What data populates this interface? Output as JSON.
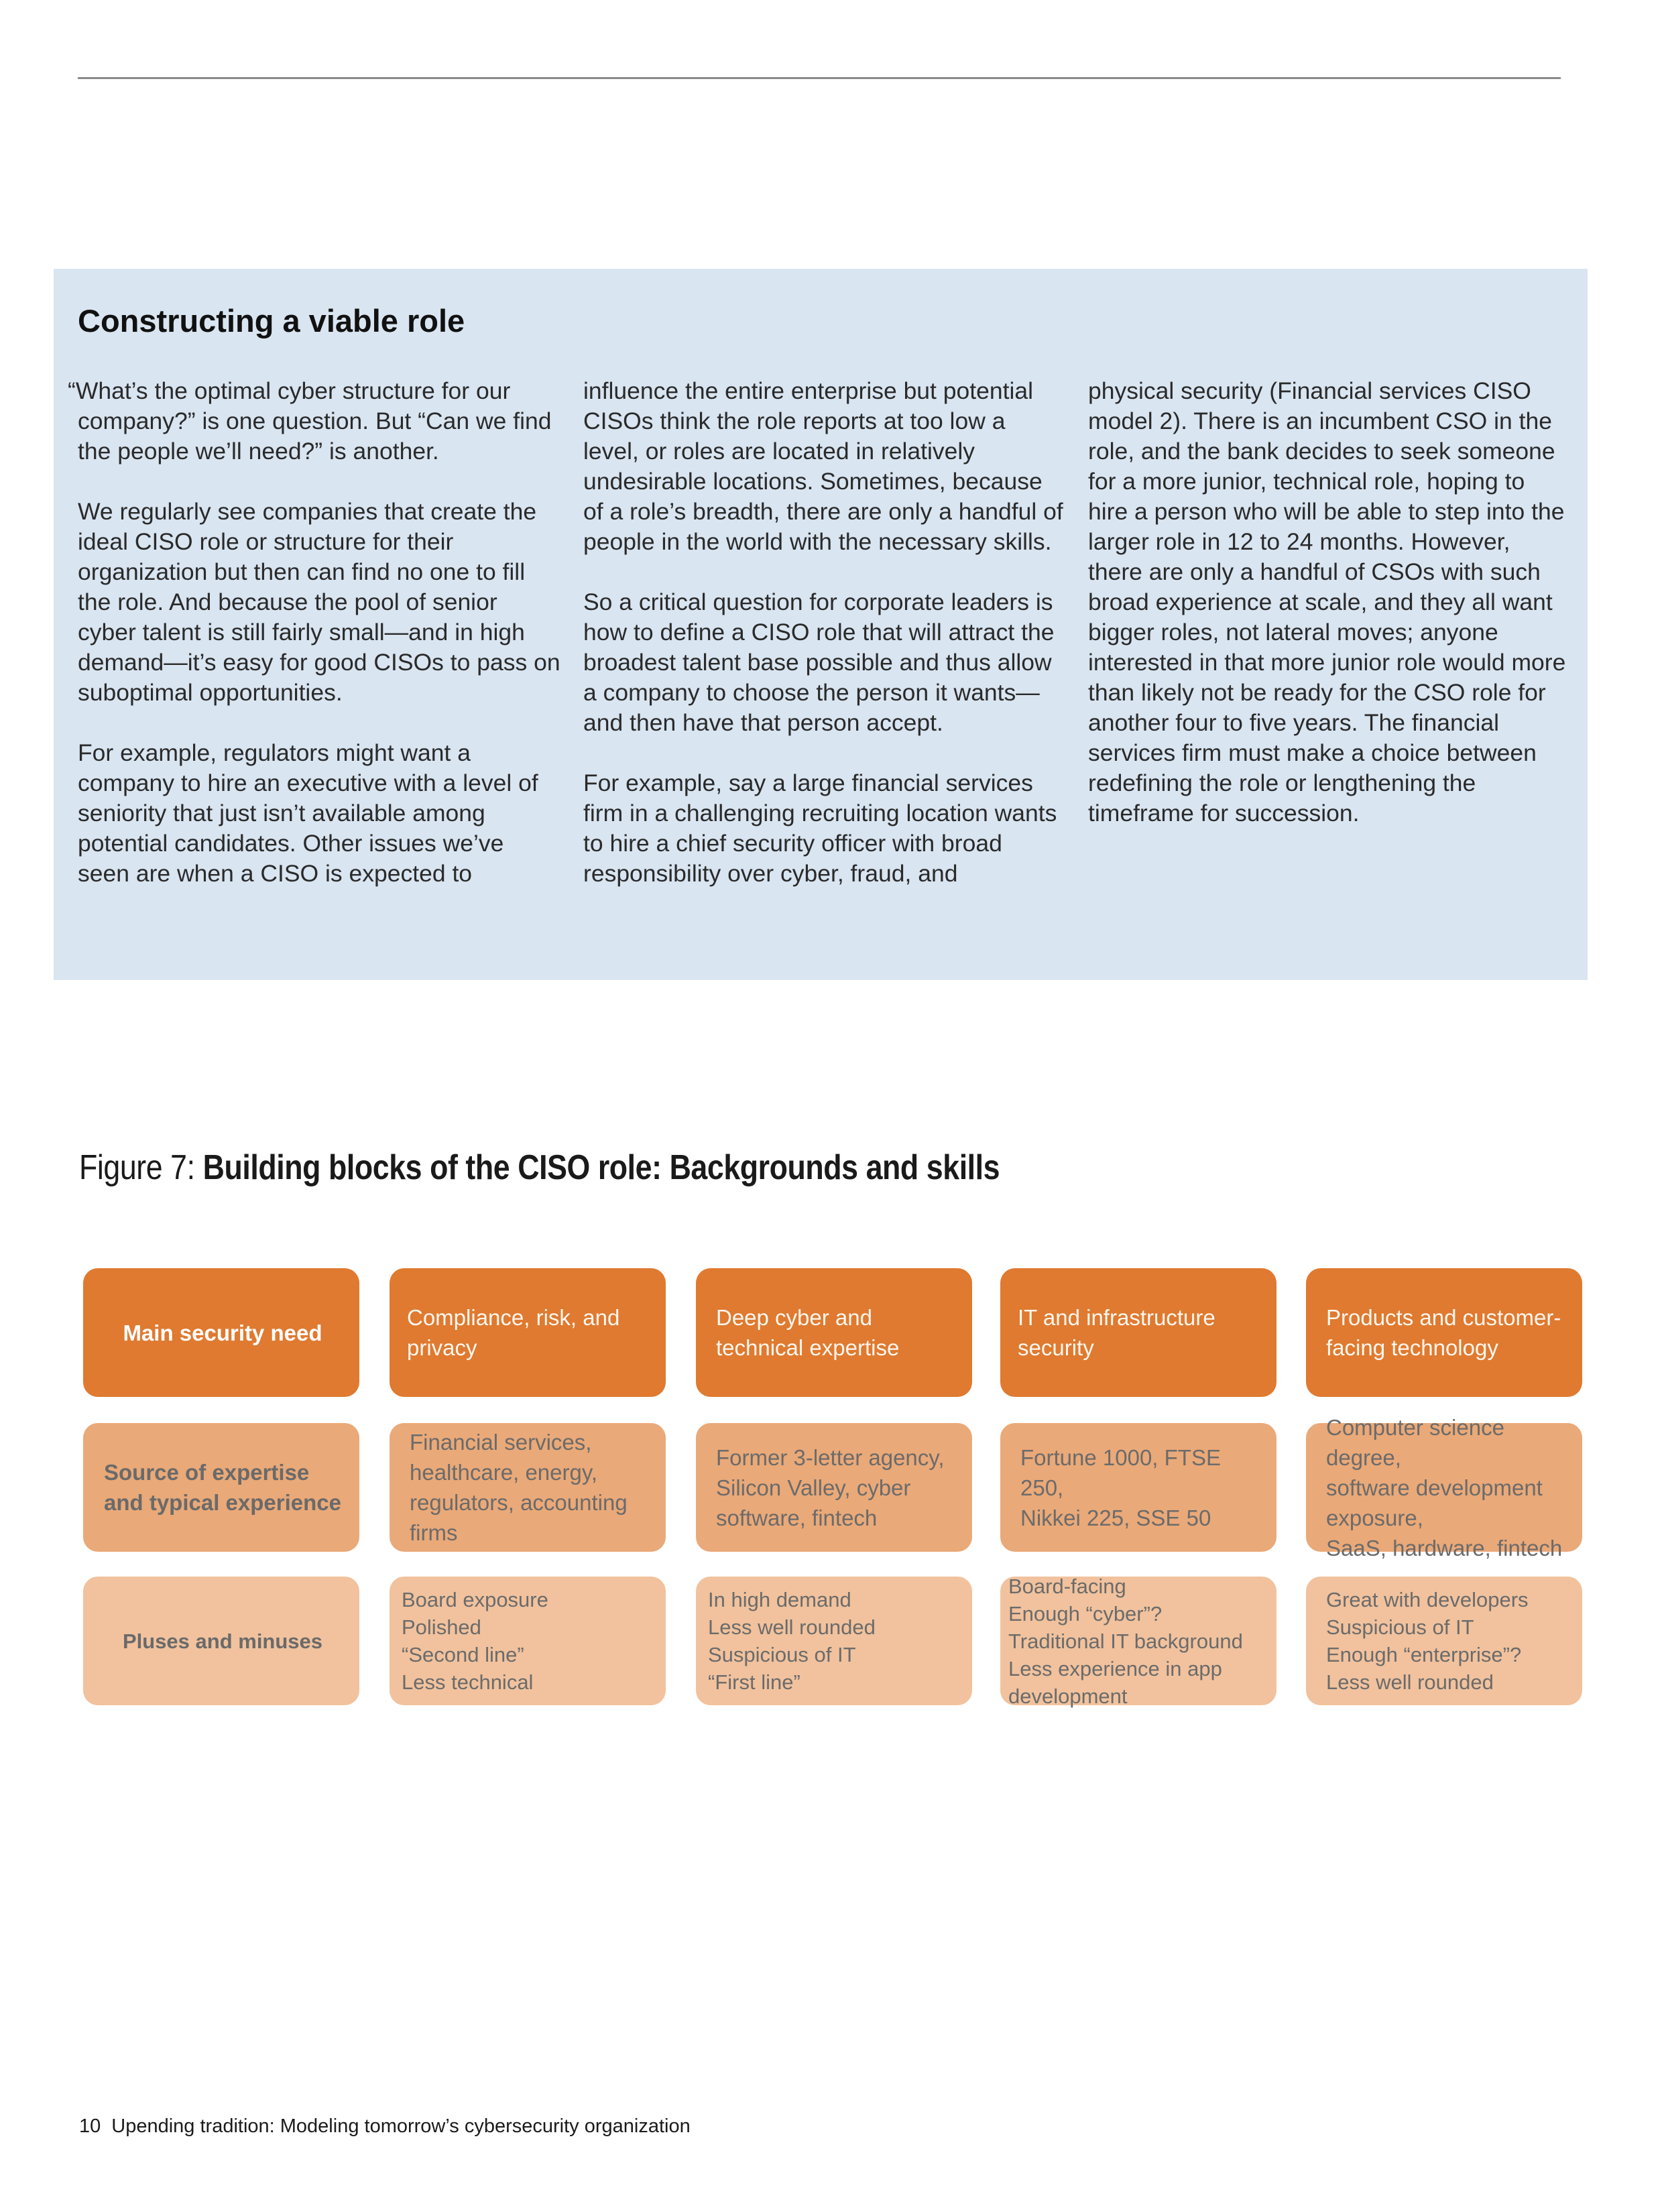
{
  "sidebar": {
    "title": "Constructing a viable role",
    "paragraphs": [
      "“What’s the optimal cyber structure for our company?” is one question. But “Can we find the people we’ll need?” is another.",
      "We regularly see companies that create the ideal CISO role or structure for their organization but then can find no one to fill the role. And because the pool of senior cyber talent is still fairly small—and in high demand—it’s easy for good CISOs to pass on suboptimal opportunities.",
      "For example, regulators might want a company to hire an executive with a level of seniority that just isn’t available among potential candidates. Other issues we’ve seen are when a CISO is expected to influence the entire enterprise but potential CISOs think the role reports at too low a level, or roles are located in relatively undesirable locations. Sometimes, because of a role’s breadth, there are only a handful of people in the world with the necessary skills.",
      "So a critical question for corporate leaders is how to define a CISO role that will attract the broadest talent base possible and thus allow a company to choose the person it wants—and then have that person accept.",
      "For example, say a large financial services firm in a challenging recruiting location wants to hire a chief security officer with broad responsibility over cyber, fraud, and physical security (Financial services CISO model 2). There is an incumbent CSO in the role, and the bank decides to seek someone for a more junior, technical role, hoping to hire a person who will be able to step into the larger role in 12 to 24 months. However, there are only a handful of CSOs with such broad experience at scale, and they all want bigger roles, not lateral moves; anyone interested in that more junior role would more than likely not be ready for the CSO role for another four to five years. The financial services firm must make a choice between redefining the role or lengthening the timeframe for succession."
    ]
  },
  "figure": {
    "label": "Figure 7: ",
    "title": "Building blocks of the CISO role: Backgrounds and skills",
    "rows": [
      {
        "header": "Main security need",
        "cells": [
          "Compliance, risk, and privacy",
          "Deep cyber and\ntechnical expertise",
          "IT and infrastructure security",
          "Products and customer-\nfacing technology"
        ]
      },
      {
        "header": "Source of expertise\nand typical experience",
        "cells": [
          "Financial services,\nhealthcare, energy,\nregulators, accounting firms",
          "Former 3-letter agency,\nSilicon Valley, cyber\nsoftware, fintech",
          "Fortune 1000, FTSE 250,\nNikkei 225, SSE 50",
          "Computer science degree,\nsoftware development exposure,\nSaaS, hardware, fintech"
        ]
      },
      {
        "header": "Pluses and minuses",
        "cells": [
          " Board exposure\n Polished\n“Second line”\n Less technical",
          " In high demand\n Less well rounded\n Suspicious of IT\n“First line”",
          "Board-facing\nEnough “cyber”?\nTraditional IT background\nLess experience in app development",
          "Great with developers\nSuspicious of IT\nEnough “enterprise”?\nLess well rounded"
        ]
      }
    ]
  },
  "footer": {
    "page_number": "10",
    "text": "Upending tradition: Modeling tomorrow’s cybersecurity organization"
  }
}
